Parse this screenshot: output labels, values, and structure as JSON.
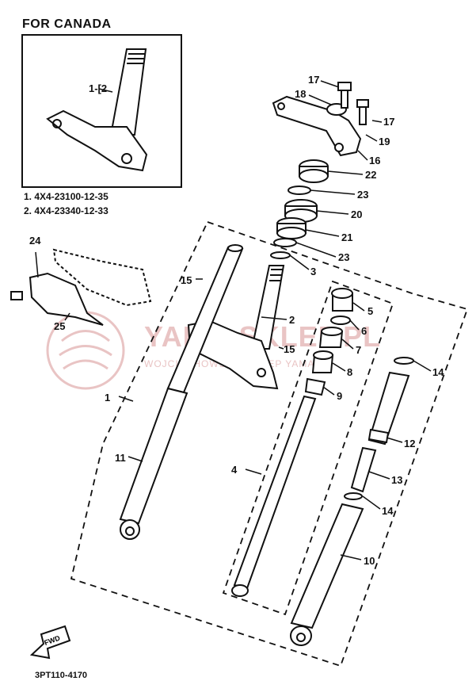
{
  "inset": {
    "title": "FOR CANADA",
    "callout": "1-[2",
    "notes": [
      "1. 4X4-23100-12-35",
      "2. 4X4-23340-12-33"
    ]
  },
  "callouts": [
    "17",
    "18",
    "17",
    "19",
    "16",
    "22",
    "23",
    "20",
    "21",
    "23",
    "3",
    "2",
    "15",
    "15",
    "5",
    "6",
    "7",
    "8",
    "9",
    "14",
    "12",
    "13",
    "14",
    "10",
    "4",
    "11",
    "1",
    "24",
    "25"
  ],
  "diagram_code": "3PT110-4170",
  "fwd_label": "FWD",
  "watermark": {
    "main": "YAMA-SKLEP.PL",
    "sub": "WOJCIECHOWSKI - SKLEP YAMAHA"
  },
  "colors": {
    "line": "#111111",
    "watermark": "#e9c4c4"
  }
}
